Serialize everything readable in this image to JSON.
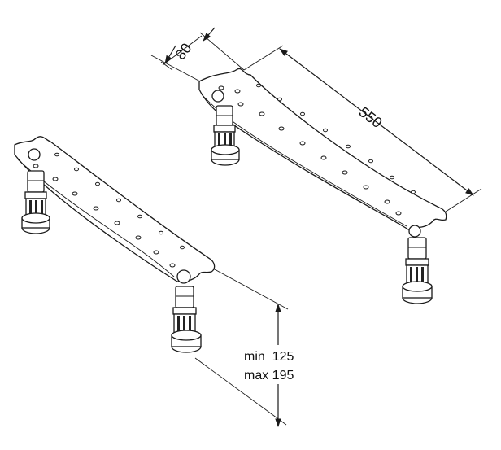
{
  "diagram": {
    "dimensions": {
      "width_label": "80",
      "length_label": "550",
      "height_min_label": "min  125",
      "height_max_label": "max 195"
    },
    "colors": {
      "line": "#1a1a1a",
      "background": "#ffffff"
    }
  }
}
